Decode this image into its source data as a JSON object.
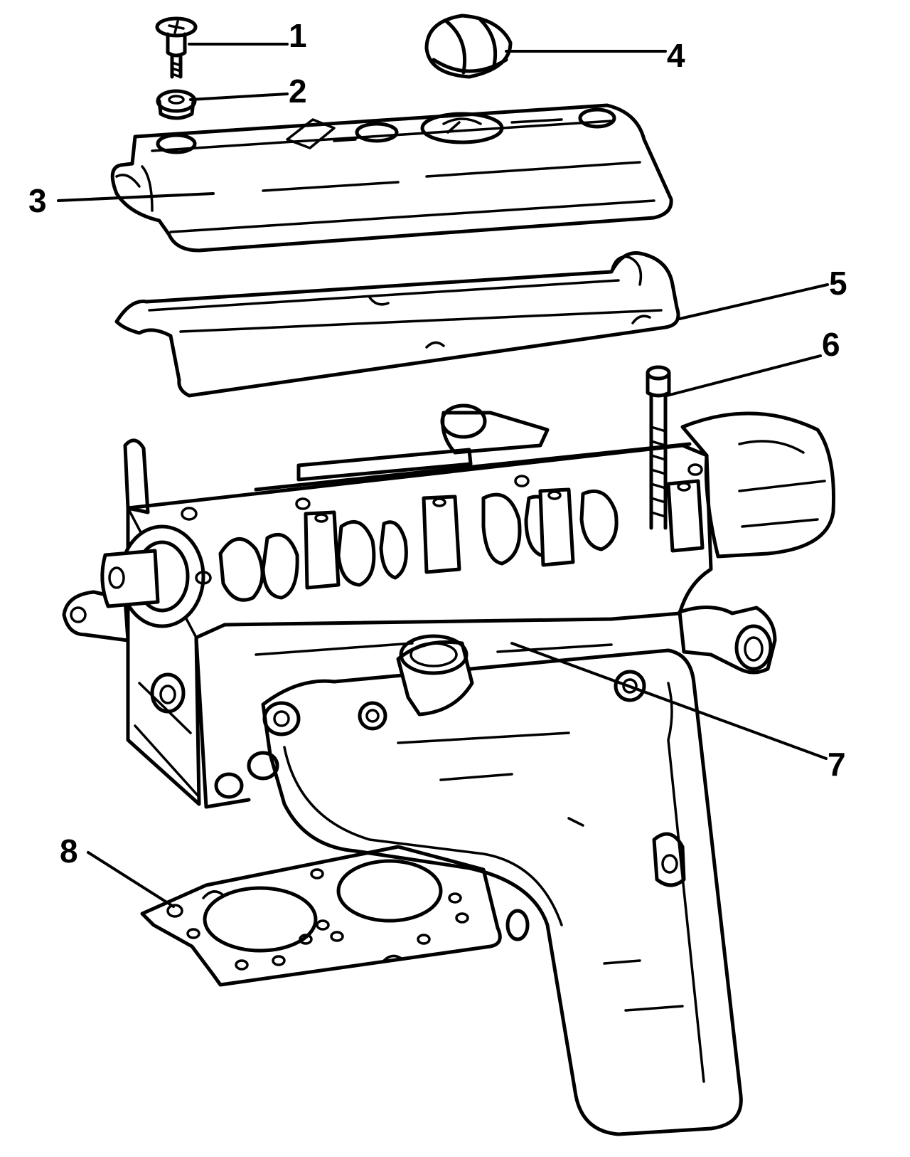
{
  "callouts": {
    "c1": "1",
    "c2": "2",
    "c3": "3",
    "c4": "4",
    "c5": "5",
    "c6": "6",
    "c7": "7",
    "c8": "8"
  },
  "parts": {
    "c1": "valve-cover-bolt",
    "c2": "bolt-grommet",
    "c3": "valve-cover",
    "c4": "oil-filler-cap",
    "c5": "valve-cover-gasket",
    "c6": "cylinder-head-bolt",
    "c7": "cylinder-head",
    "c8": "cylinder-head-gasket"
  },
  "colors": {
    "ink": "#000000",
    "paper": "#ffffff"
  }
}
